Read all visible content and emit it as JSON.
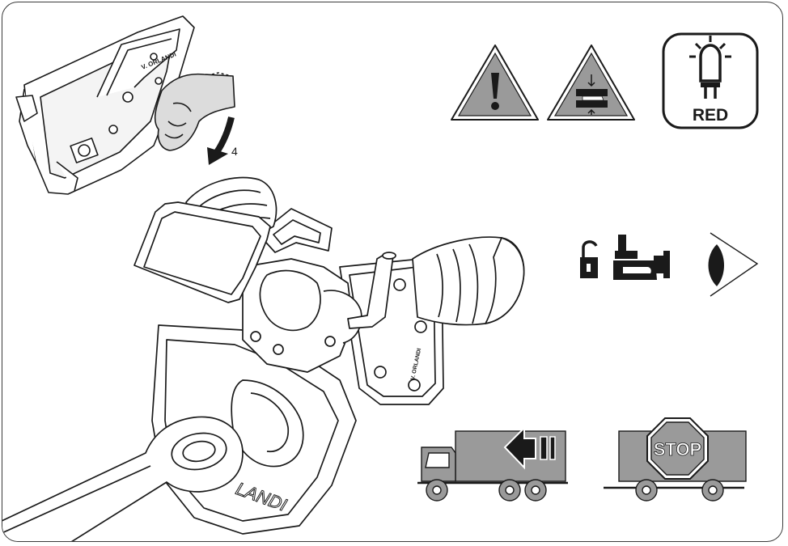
{
  "step_number": "4",
  "brand_text": "V. ORLANDI",
  "brand_partial": "LANDI",
  "flange_text": "V. ORLANDI",
  "indicator_label": "RED",
  "stop_sign_text": "STOP",
  "colors": {
    "line": "#1a1a1a",
    "warning_fill": "#9a9a9a",
    "truck_fill": "#9a9a9a",
    "glove_fill": "#dcdcdc"
  },
  "icons": [
    "warning-exclamation-icon",
    "crush-hazard-warning-icon",
    "red-indicator-lamp-icon",
    "unlock-padlock-icon",
    "coupling-jaw-icon",
    "eye-inspection-icon",
    "truck-reverse-icon",
    "trailer-stop-icon"
  ]
}
